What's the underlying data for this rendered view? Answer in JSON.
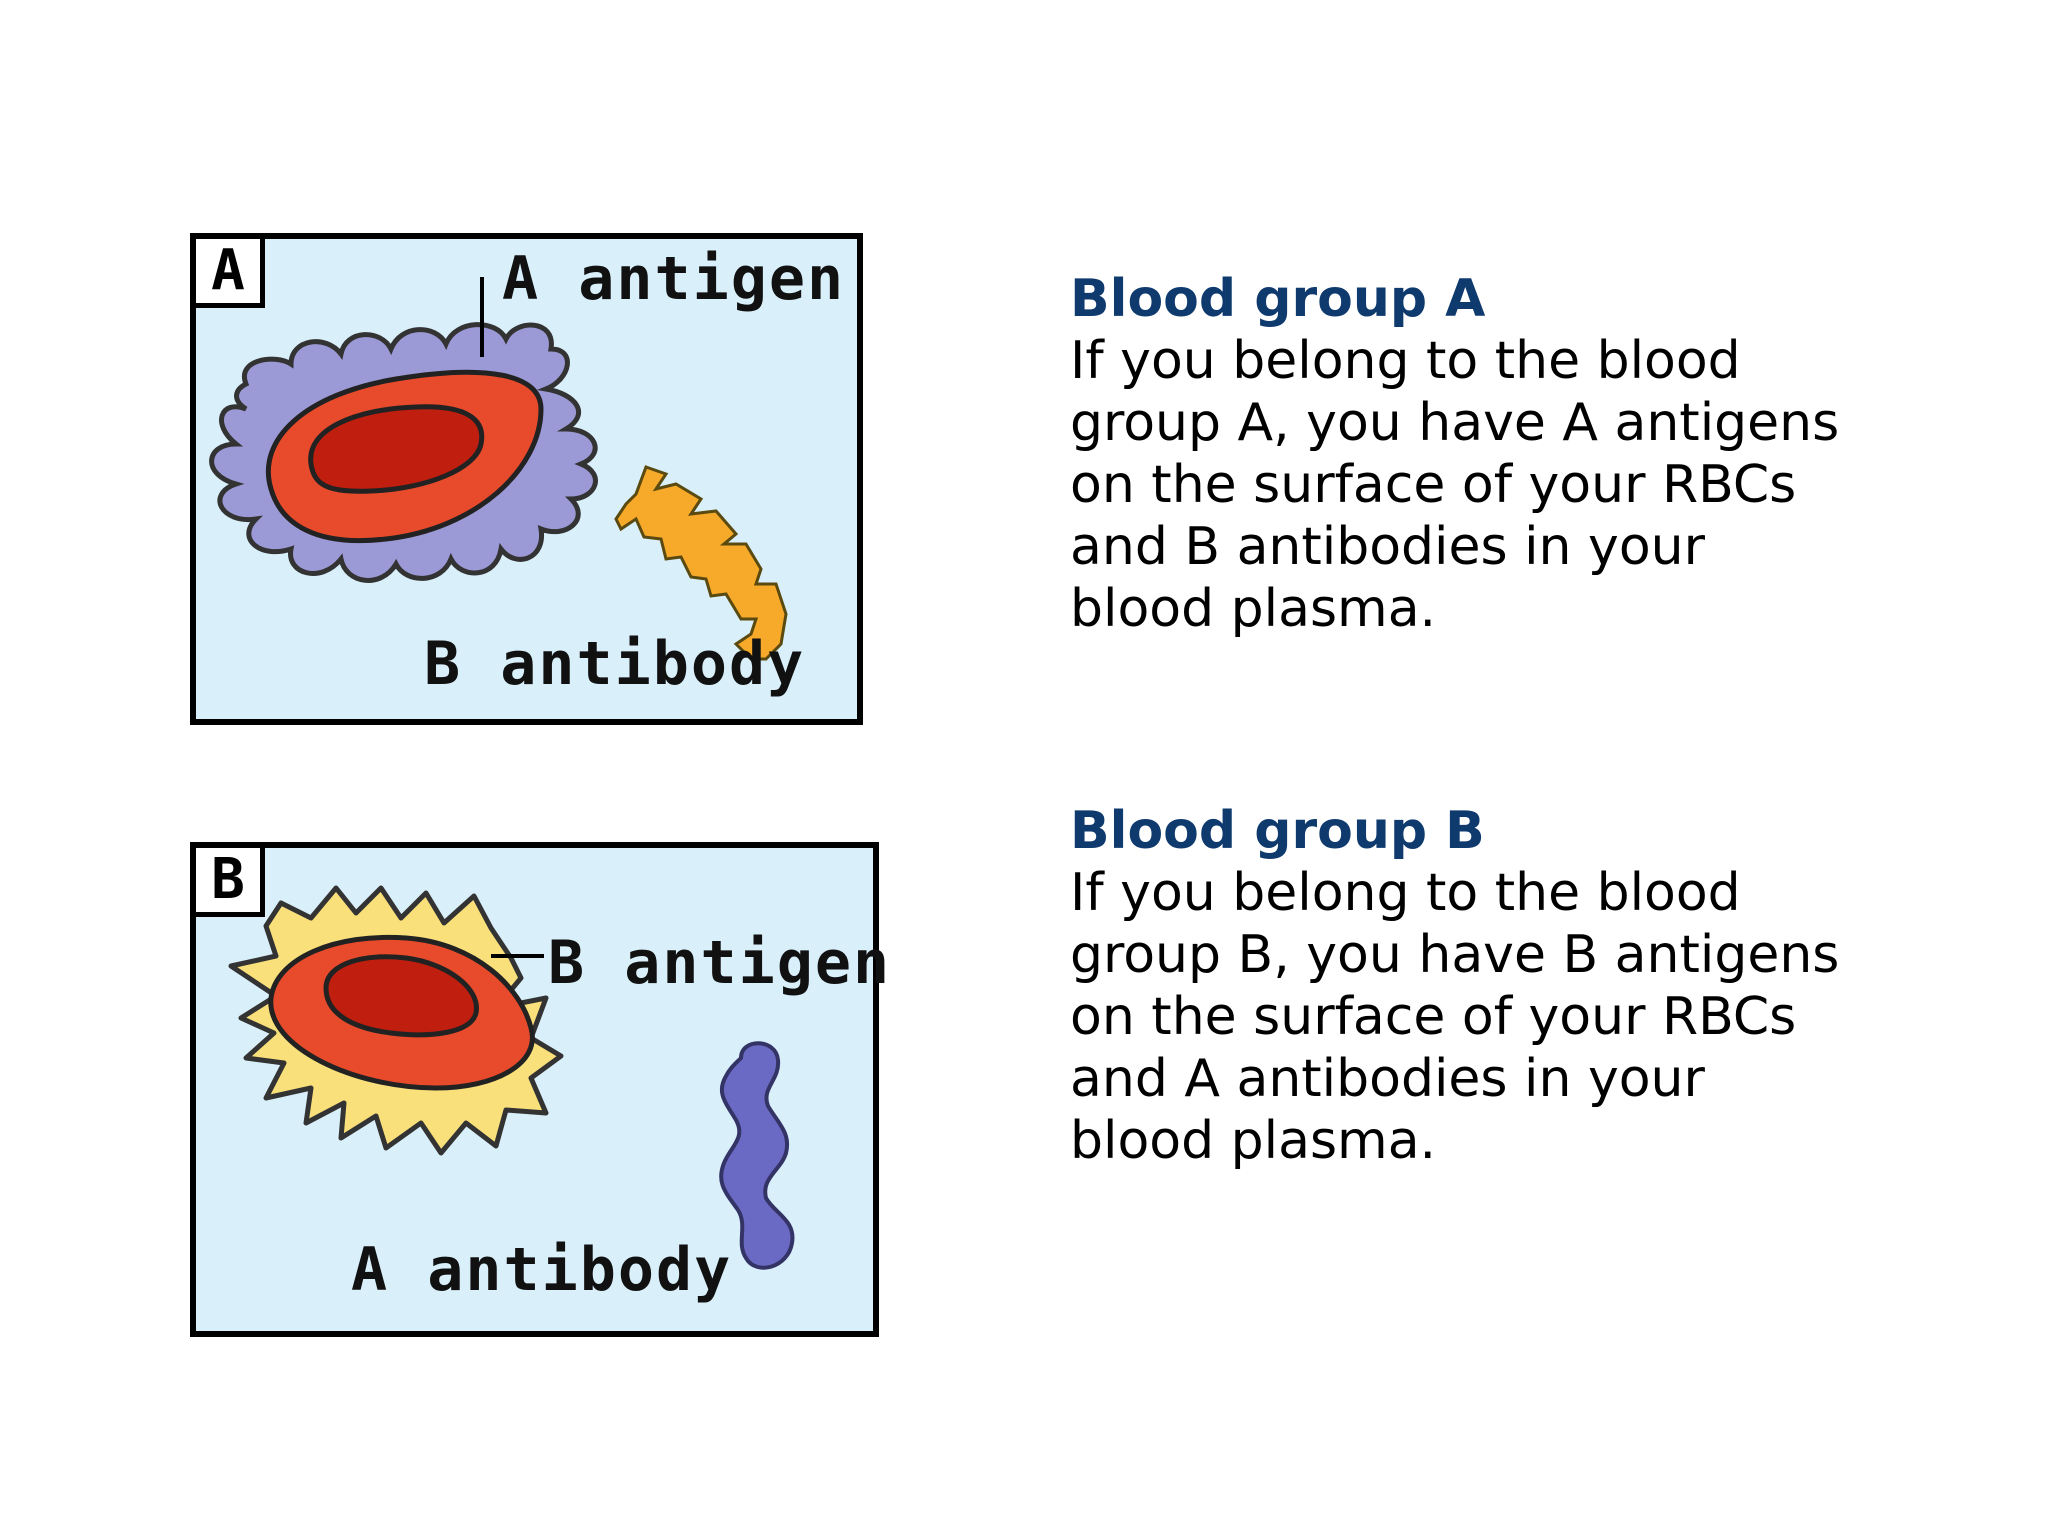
{
  "panels": {
    "a": {
      "badge": "A",
      "antigen_label": "A antigen",
      "antibody_label": "B antibody",
      "colors": {
        "background": "#d9f0fb",
        "cell": "#e84b2c",
        "nucleus": "#c01e0e",
        "antigen": "#9c9ad6",
        "antibody": "#f7a92a"
      }
    },
    "b": {
      "badge": "B",
      "antigen_label": "B antigen",
      "antibody_label": "A antibody",
      "colors": {
        "background": "#d9f0fb",
        "cell": "#e84b2c",
        "nucleus": "#c01e0e",
        "antigen": "#f9e07a",
        "antibody": "#6a6ac4"
      }
    }
  },
  "descriptions": {
    "a": {
      "heading": "Blood group A",
      "lines": [
        "If you belong to the blood",
        "group A, you have A antigens",
        "on the surface of your RBCs",
        "and B antibodies in your",
        "blood plasma."
      ]
    },
    "b": {
      "heading": "Blood group B",
      "lines": [
        "If you belong to the blood",
        "group B, you have B antigens",
        "on the surface of your RBCs",
        "and A antibodies in your",
        "blood plasma."
      ]
    }
  },
  "colors": {
    "heading": "#0f3a6e",
    "text": "#000000"
  }
}
